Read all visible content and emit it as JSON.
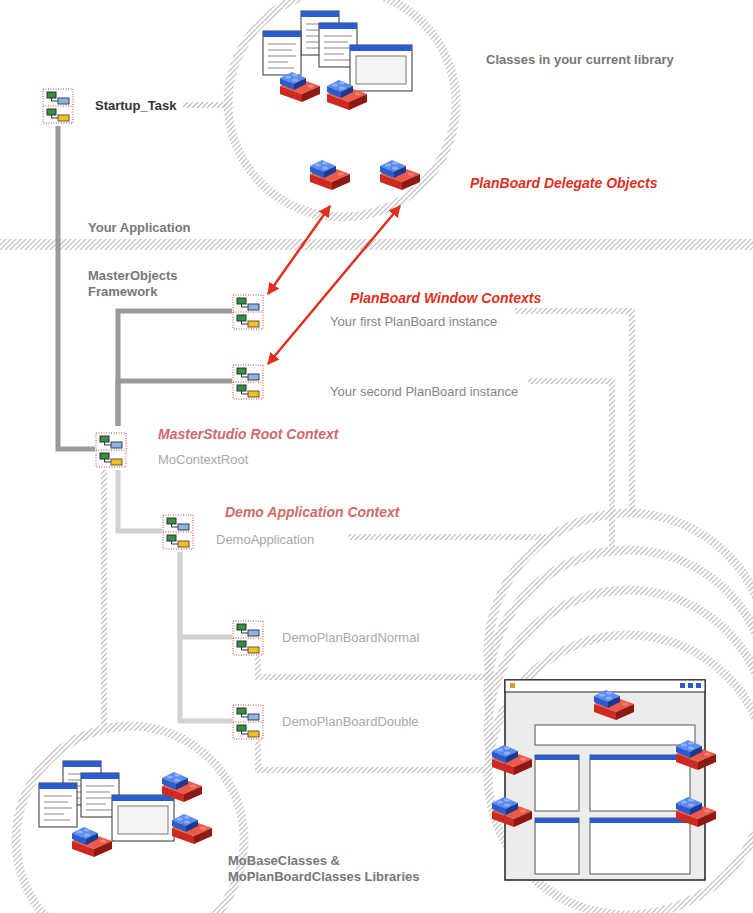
{
  "diagram": {
    "nodes": [
      {
        "text": [
          "Startup_Task"
        ]
      },
      {
        "text": [
          "Classes in your current library"
        ]
      },
      {
        "text": [
          "PlanBoard Delegate Objects"
        ],
        "in": 1
      },
      {
        "text": [
          "Your first PlanBoard instance"
        ]
      },
      {
        "text": [
          "Your second PlanBoard instance"
        ]
      },
      {
        "text": [
          "MasterStudio Root Context",
          "MoContextRoot"
        ]
      },
      {
        "text": [
          "Demo Application Context",
          "DemoApplication"
        ]
      },
      {
        "text": [
          "DemoPlanBoardNormal"
        ]
      },
      {
        "text": [
          "DemoPlanBoardDouble"
        ]
      },
      {
        "text": [
          "MoBaseClasses & MoPlanBoardClasses Libraries"
        ]
      }
    ],
    "edges": [
      {
        "from": 0,
        "to": 5,
        "arrow": "none"
      },
      {
        "from": 0,
        "to": 1,
        "arrow": "none"
      },
      {
        "from": 2,
        "to": 3,
        "arrow": "both"
      },
      {
        "from": 2,
        "to": 4,
        "arrow": "both"
      },
      {
        "from": 5,
        "to": 3,
        "arrow": "none"
      },
      {
        "from": 5,
        "to": 4,
        "arrow": "none"
      },
      {
        "from": 5,
        "to": 6,
        "arrow": "none"
      },
      {
        "from": 5,
        "to": 9,
        "arrow": "none"
      },
      {
        "from": 6,
        "to": 7,
        "arrow": "none"
      },
      {
        "from": 6,
        "to": 8,
        "arrow": "none"
      }
    ],
    "labels": [
      "Your Application",
      "MasterObjects Framework",
      "PlanBoard Window Contexts"
    ]
  }
}
